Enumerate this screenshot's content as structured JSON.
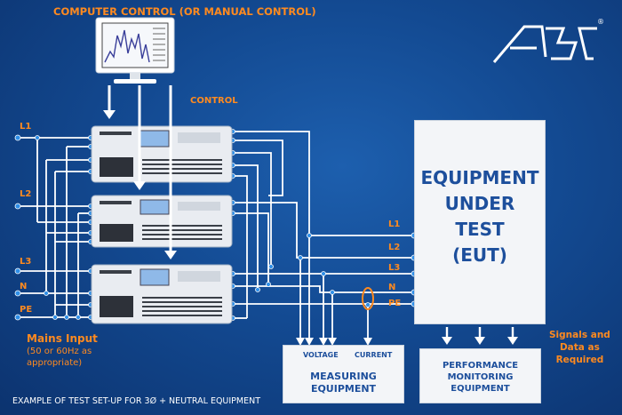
{
  "header": {
    "computer_control": "COMPUTER CONTROL (OR MANUAL CONTROL)",
    "control": "CONTROL"
  },
  "logo": {
    "text": "AEC",
    "tm": "®"
  },
  "mains": {
    "lines": [
      "L1",
      "L2",
      "L3",
      "N",
      "PE"
    ],
    "title": "Mains Input",
    "sub1": "(50 or 60Hz as",
    "sub2": "appropriate)"
  },
  "eut": {
    "lines": [
      "EQUIPMENT",
      "UNDER",
      "TEST",
      "(EUT)"
    ],
    "phases": [
      "L1",
      "L2",
      "L3",
      "N",
      "PE"
    ]
  },
  "measuring": {
    "voltage": "VOLTAGE",
    "current": "CURRENT",
    "title1": "MEASURING",
    "title2": "EQUIPMENT"
  },
  "performance": {
    "title1": "PERFORMANCE",
    "title2": "MONITORING",
    "title3": "EQUIPMENT"
  },
  "signals": {
    "line1": "Signals and",
    "line2": "Data as",
    "line3": "Required"
  },
  "footer": {
    "caption": "EXAMPLE OF TEST SET-UP FOR 3Ø + NEUTRAL EQUIPMENT"
  },
  "colors": {
    "background": "#134a92",
    "accent": "#ff8a1f",
    "wire": "#ffffff",
    "node": "#2f8fe8",
    "box": "#f3f5f8",
    "box_text": "#1d4f9c"
  }
}
